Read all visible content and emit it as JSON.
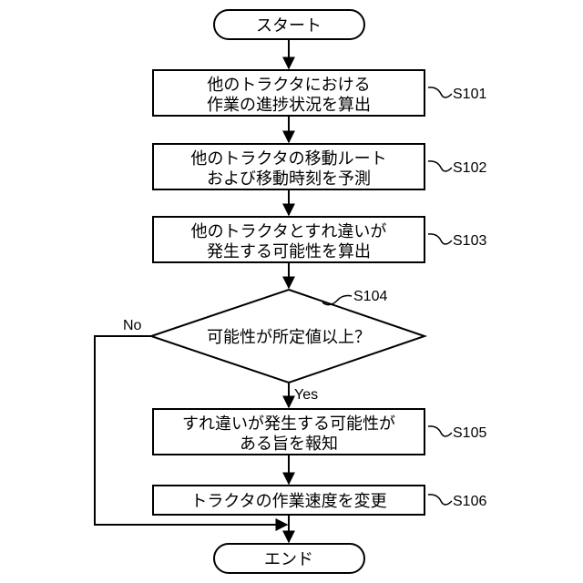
{
  "start": {
    "label": "スタート"
  },
  "end": {
    "label": "エンド"
  },
  "steps": [
    {
      "id": "S101",
      "lines": [
        "他のトラクタにおける",
        "作業の進捗状況を算出"
      ]
    },
    {
      "id": "S102",
      "lines": [
        "他のトラクタの移動ルート",
        "および移動時刻を予測"
      ]
    },
    {
      "id": "S103",
      "lines": [
        "他のトラクタとすれ違いが",
        "発生する可能性を算出"
      ]
    },
    {
      "id": "S105",
      "lines": [
        "すれ違いが発生する可能性が",
        "ある旨を報知"
      ]
    },
    {
      "id": "S106",
      "lines": [
        "トラクタの作業速度を変更"
      ]
    }
  ],
  "decision": {
    "id": "S104",
    "text": "可能性が所定値以上？",
    "yes_label": "Yes",
    "no_label": "No"
  }
}
